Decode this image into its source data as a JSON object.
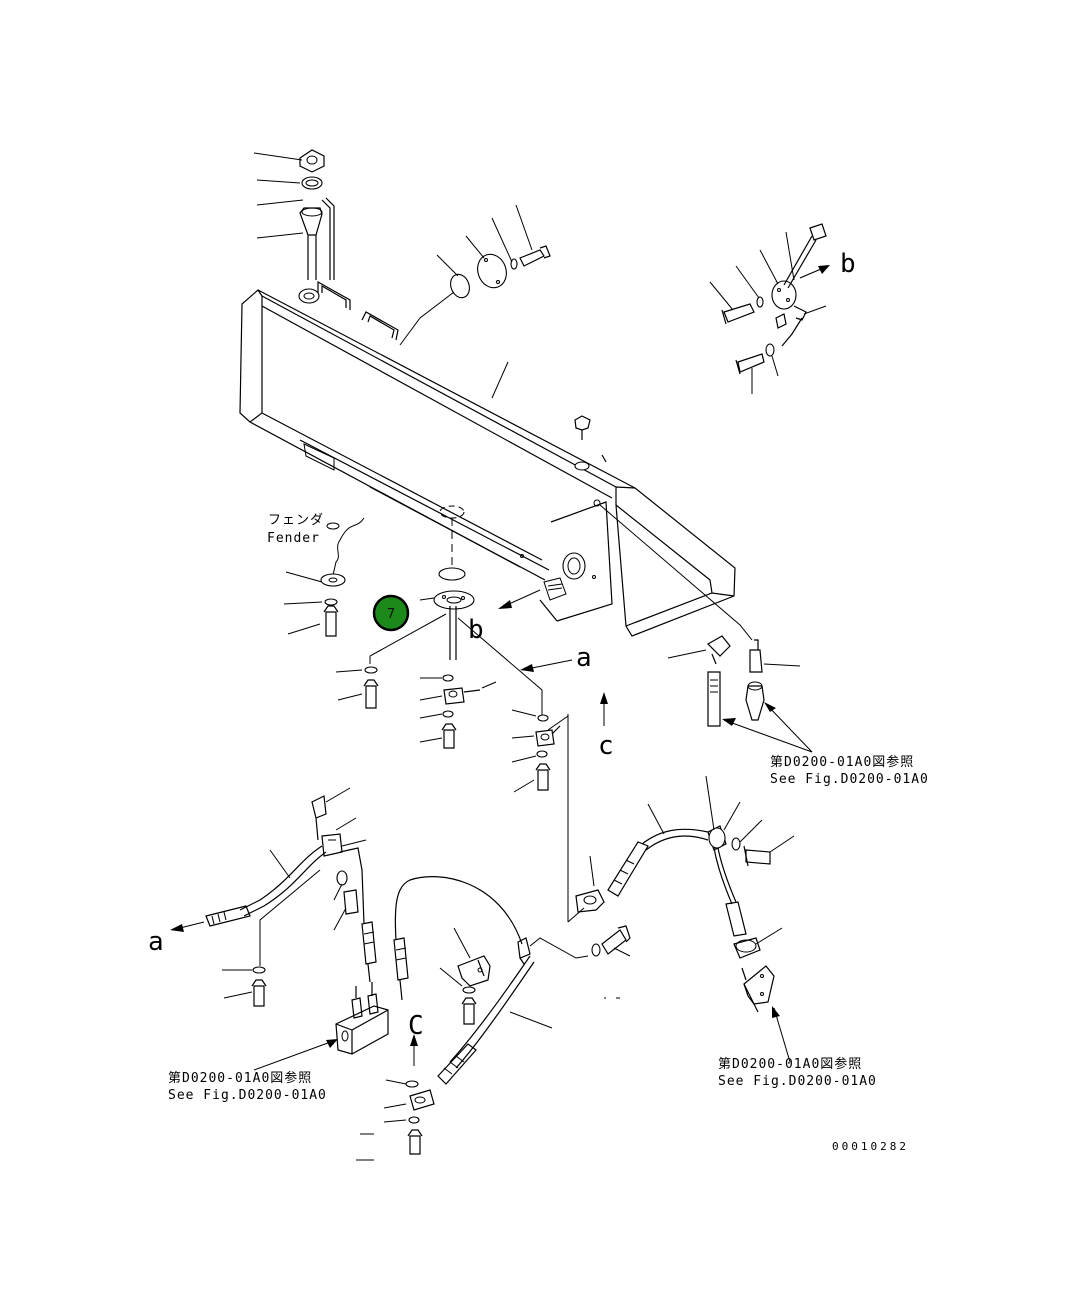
{
  "fender_label": {
    "jp": "フェンダ",
    "en": "Fender"
  },
  "letters": {
    "a": "a",
    "b": "b",
    "c": "c",
    "a_upper": "a",
    "c_upper": "C"
  },
  "refs": [
    {
      "jp": "第D0200-01A0図参照",
      "en": "See Fig.D0200-01A0"
    },
    {
      "jp": "第D0200-01A0図参照",
      "en": "See Fig.D0200-01A0"
    },
    {
      "jp": "第D0200-01A0図参照",
      "en": "See Fig.D0200-01A0"
    }
  ],
  "drawing_id": "00010282",
  "hotspot": {
    "label": "7",
    "color": "#1b8a1b"
  }
}
